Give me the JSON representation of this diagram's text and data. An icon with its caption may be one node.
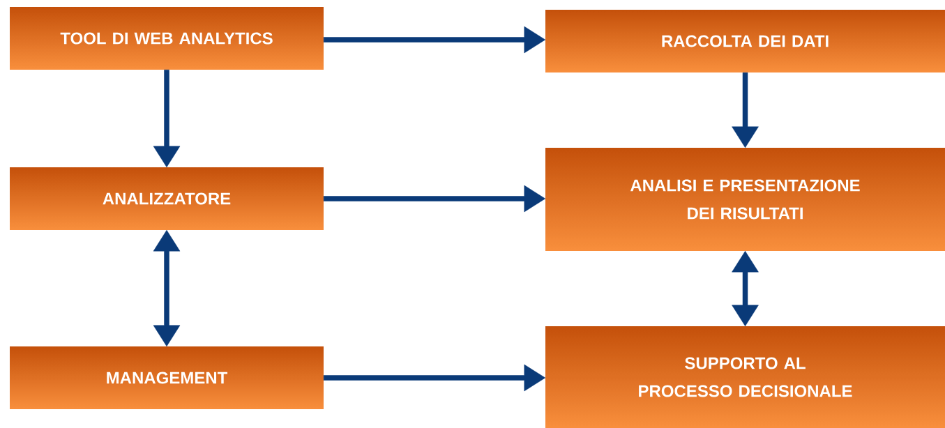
{
  "diagram": {
    "nodes": [
      {
        "text": [
          "TOOL DI WEB ANALYTICS"
        ]
      },
      {
        "text": [
          "RACCOLTA DEI DATI"
        ]
      },
      {
        "text": [
          "ANALIZZATORE"
        ]
      },
      {
        "text": [
          "ANALISI E PRESENTAZIONE DEI RISULTATI"
        ]
      },
      {
        "text": [
          "MANAGEMENT"
        ]
      },
      {
        "text": [
          "SUPPORTO AL PROCESSO DECISIONALE"
        ]
      }
    ],
    "edges": [
      {
        "from": 0,
        "to": 1,
        "arrow": "to"
      },
      {
        "from": 0,
        "to": 2,
        "arrow": "to"
      },
      {
        "from": 1,
        "to": 3,
        "arrow": "to"
      },
      {
        "from": 2,
        "to": 3,
        "arrow": "to"
      },
      {
        "from": 2,
        "to": 4,
        "arrow": "both"
      },
      {
        "from": 3,
        "to": 5,
        "arrow": "both"
      },
      {
        "from": 4,
        "to": 5,
        "arrow": "to"
      }
    ]
  }
}
